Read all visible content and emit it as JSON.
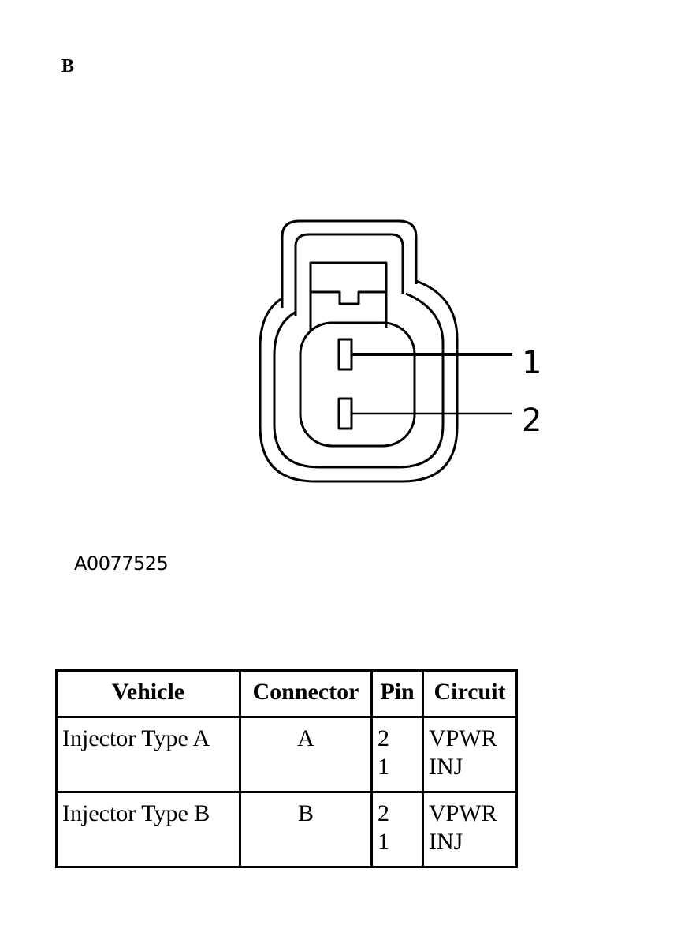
{
  "figure_label": "B",
  "connector_pins": [
    "1",
    "2"
  ],
  "reference_id": "A0077525",
  "table": {
    "headers": [
      "Vehicle",
      "Connector",
      "Pin",
      "Circuit"
    ],
    "rows": [
      {
        "vehicle": "Injector Type A",
        "connector": "A",
        "pins": [
          "2",
          "1"
        ],
        "circuits": [
          "VPWR",
          "INJ"
        ]
      },
      {
        "vehicle": "Injector Type B",
        "connector": "B",
        "pins": [
          "2",
          "1"
        ],
        "circuits": [
          "VPWR",
          "INJ"
        ]
      }
    ]
  }
}
